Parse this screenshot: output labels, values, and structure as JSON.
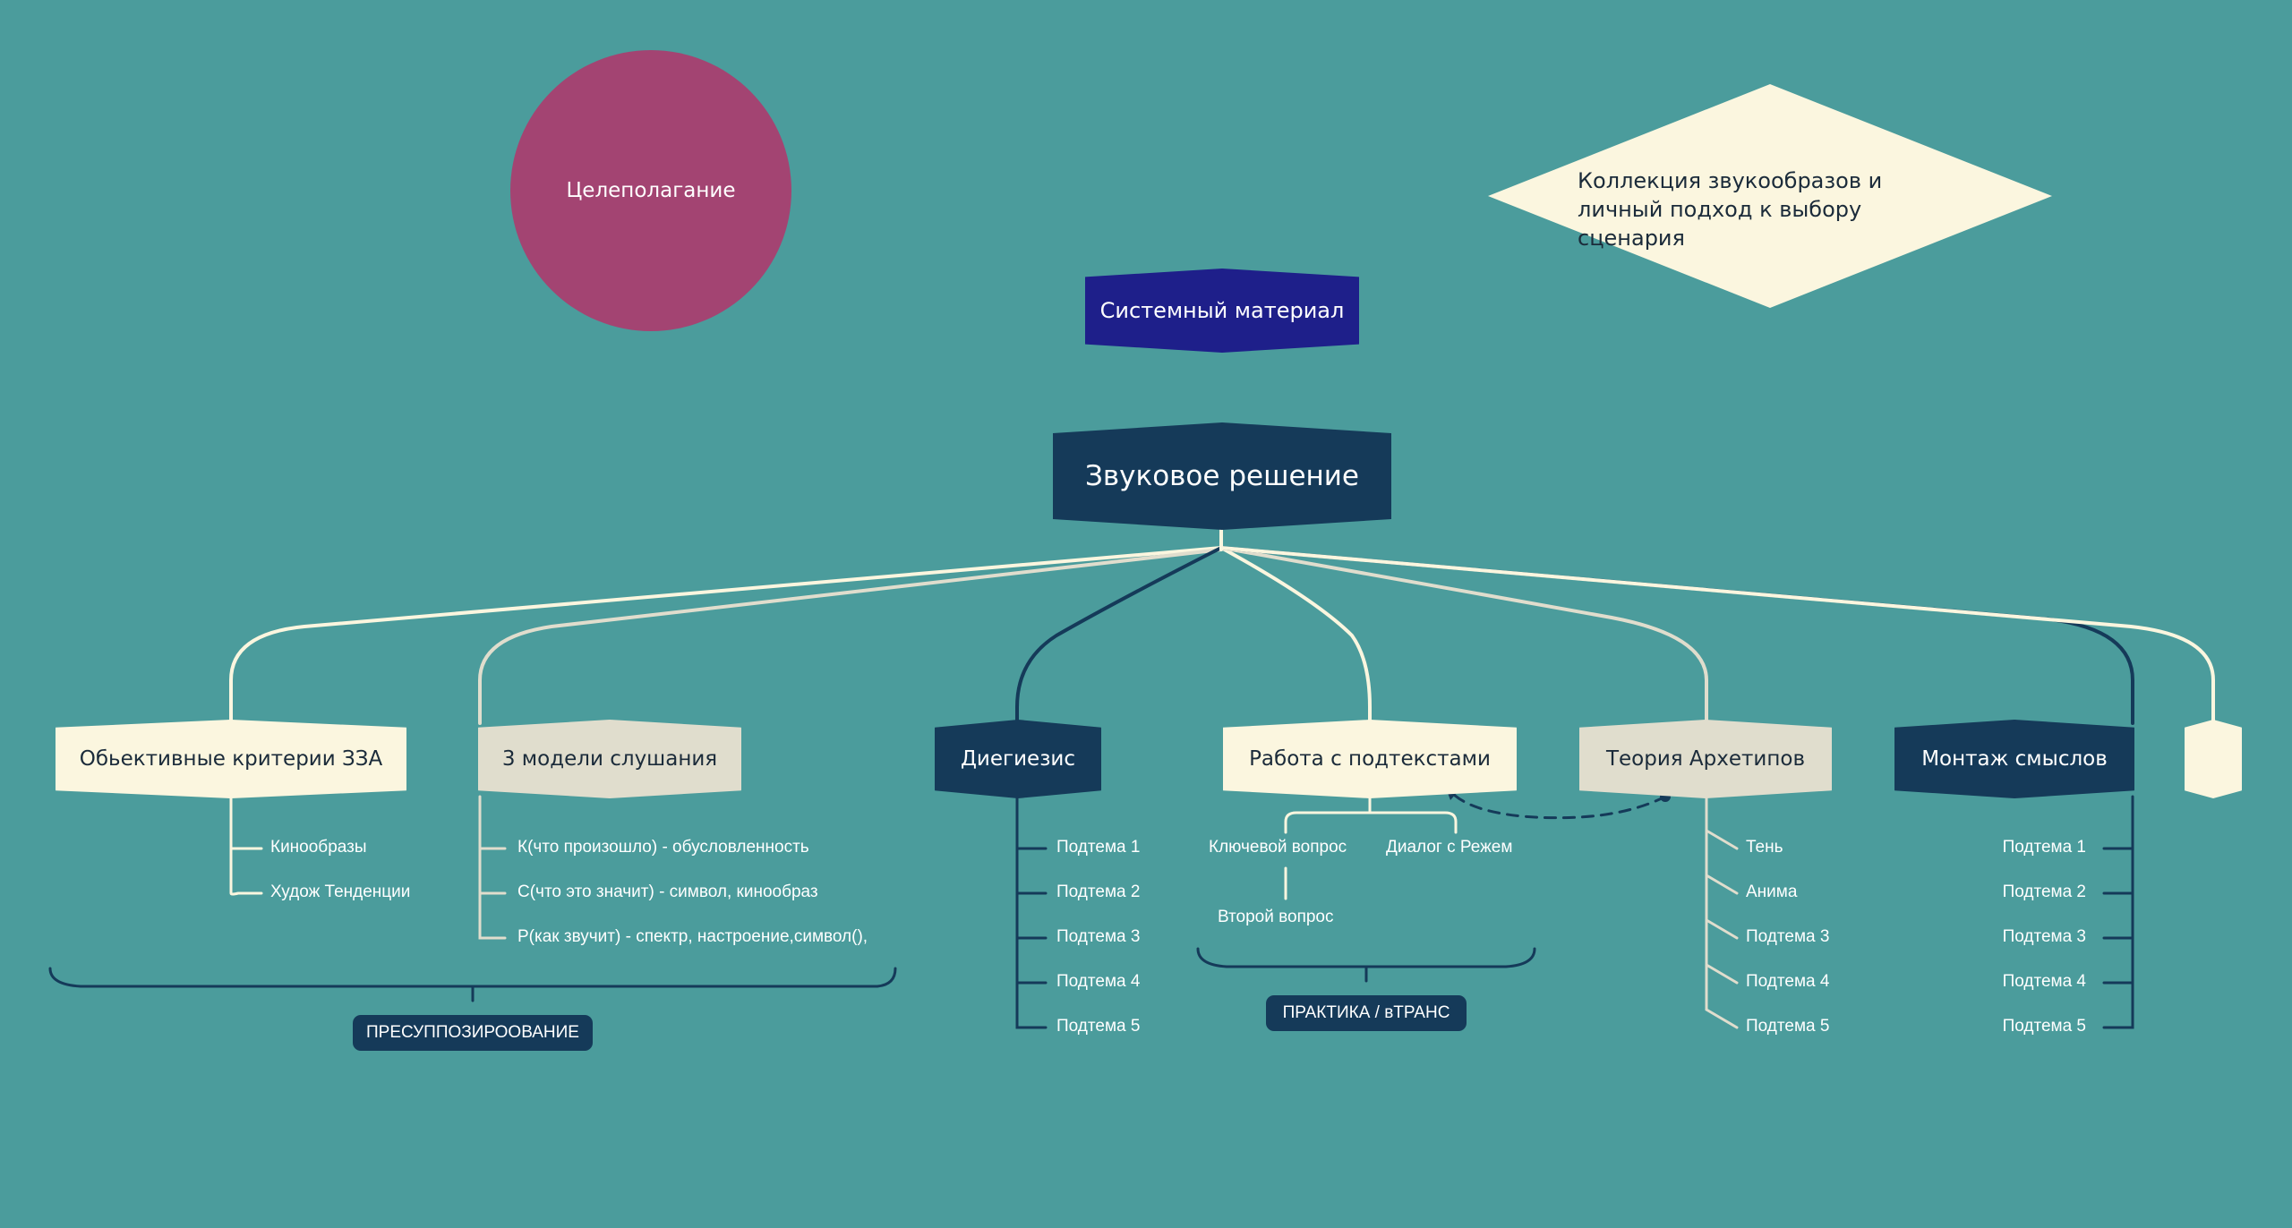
{
  "nodes": {
    "goal": "Целеполагание",
    "collection": "Коллекция звукообразов и личный подход к выбору сценария",
    "system": "Системный материал",
    "root": "Звуковое решение"
  },
  "branches": [
    {
      "label": "Обьективные критерии ЗЗА",
      "children": [
        "Кинообразы",
        "Худож Тенденции"
      ]
    },
    {
      "label": "3 модели слушания",
      "children": [
        "К(что произошло) - обусловленность",
        "С(что это значит) - символ, кинообраз",
        "Р(как звучит) - спектр, настроение,символ(),"
      ]
    },
    {
      "label": "Диегиезис",
      "children": [
        "Подтема 1",
        "Подтема 2",
        "Подтема 3",
        "Подтема 4",
        "Подтема 5"
      ]
    },
    {
      "label": "Работа с подтекстами",
      "children": [
        "Ключевой вопрос",
        "Диалог с Режем",
        "Второй вопрос"
      ]
    },
    {
      "label": "Теория Архетипов",
      "children": [
        "Тень",
        "Анима",
        "Подтема 3",
        "Подтема 4",
        "Подтема 5"
      ]
    },
    {
      "label": "Монтаж смыслов",
      "children": [
        "Подтема 1",
        "Подтема 2",
        "Подтема 3",
        "Подтема 4",
        "Подтема 5"
      ]
    },
    {
      "label": "",
      "children": []
    }
  ],
  "brackets": {
    "presupposition": "ПРЕСУППОЗИРООВАНИЕ",
    "practice": "ПРАКТИКА / вТРАНС"
  },
  "colors": {
    "background": "#4b9c9c",
    "dark": "#153a59",
    "cream": "#fbf6df",
    "beige": "#e0ddcd",
    "indigo": "#1e1f8a",
    "magenta": "#a34472"
  }
}
